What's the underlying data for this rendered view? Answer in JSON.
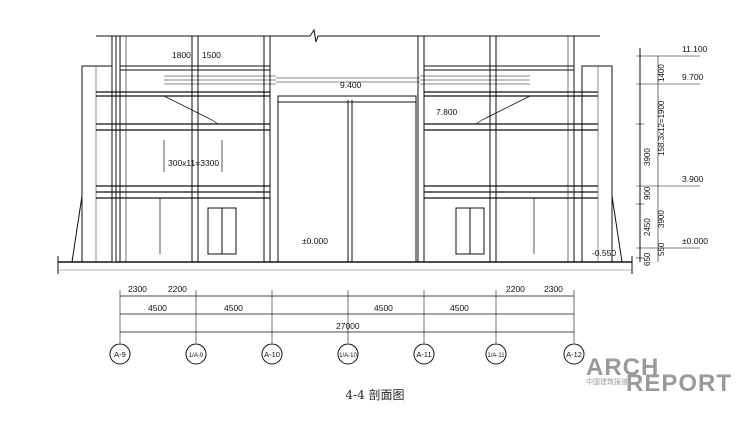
{
  "caption": "4-4 剖面图",
  "logo": {
    "line1": "ARCH",
    "line2": "REPORT",
    "cn": "中国建筑报道"
  },
  "section": {
    "elevations": {
      "top_roof": "11.100",
      "upper_floor": "9.700",
      "mid_level": "9.400",
      "stair_landing": "7.800",
      "first_floor": "3.900",
      "ground": "±0.000",
      "ground_right": "±0.000",
      "outdoor": "-0.550"
    },
    "dims_right": [
      "1400",
      "158.3x12=1900",
      "3900",
      "900",
      "3900",
      "2450",
      "550",
      "650"
    ],
    "dims_top": [
      "1800",
      "1500"
    ],
    "stair_note": "300x11=3300",
    "bottom_dims": {
      "row1": [
        "2300",
        "2200",
        "2200",
        "2300"
      ],
      "row2": [
        "4500",
        "4500",
        "4500",
        "4500"
      ],
      "total": "27000"
    },
    "axes": [
      "A-9",
      "1/A-9",
      "A-10",
      "1/A-10",
      "A-11",
      "1/A-11",
      "A-12"
    ]
  }
}
